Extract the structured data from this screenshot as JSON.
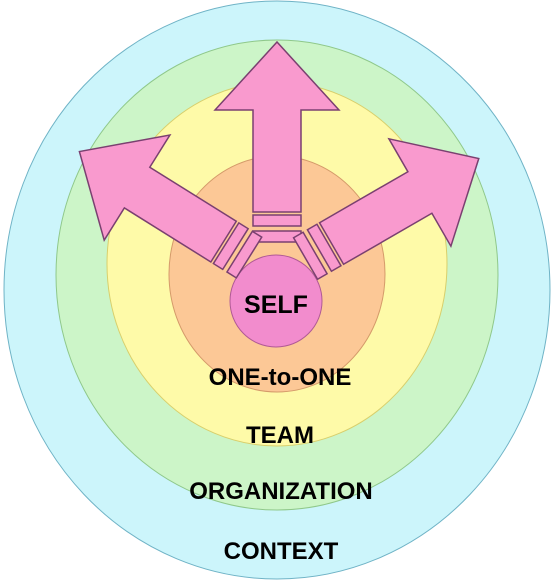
{
  "rings": [
    {
      "label": "CONTEXT",
      "color": "#ccf5fb"
    },
    {
      "label": "ORGANIZATION",
      "color": "#ccf5c8"
    },
    {
      "label": "TEAM",
      "color": "#fefaa8"
    },
    {
      "label": "ONE-to-ONE",
      "color": "#fcc896"
    },
    {
      "label": "SELF",
      "color": "#f28ccd"
    }
  ],
  "arrows": {
    "fill": "#f99ace",
    "stroke": "#7a4070",
    "items": [
      "up-arrow",
      "upper-left-arrow",
      "upper-right-arrow"
    ]
  }
}
